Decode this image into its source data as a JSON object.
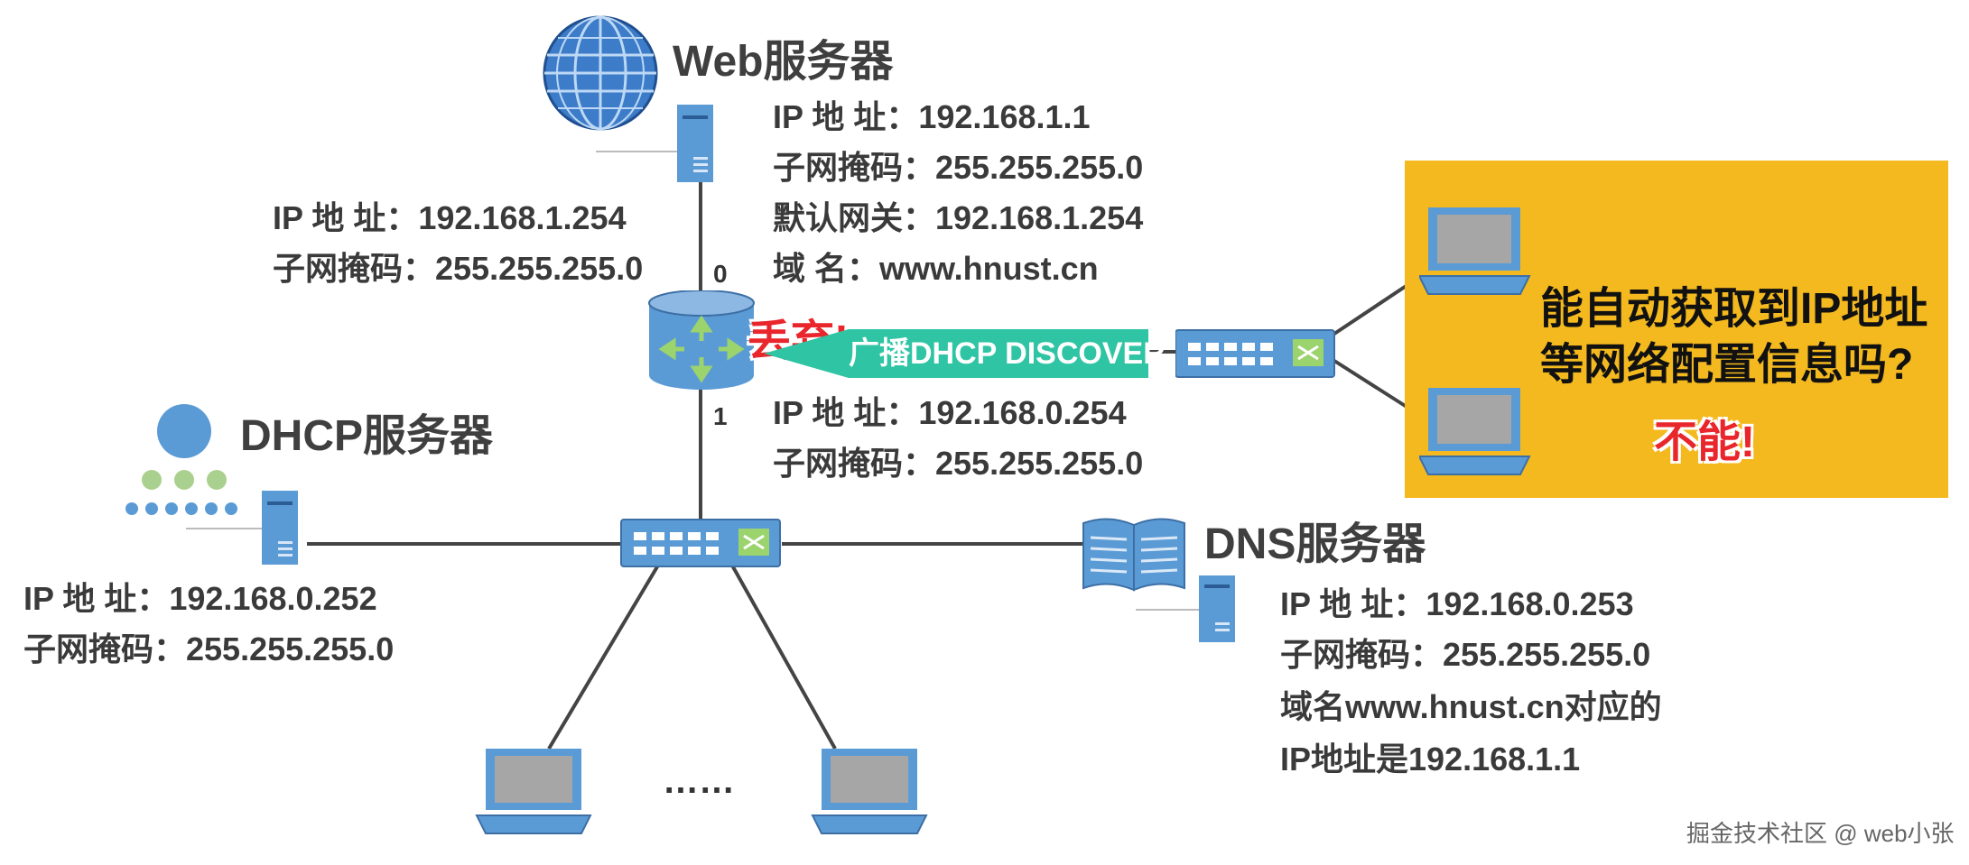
{
  "web_server": {
    "title": "Web服务器",
    "ip": "IP 地  址：192.168.1.1",
    "mask": "子网掩码：255.255.255.0",
    "gateway": "默认网关：192.168.1.254",
    "domain": "域      名：www.hnust.cn"
  },
  "router": {
    "port0_label": "0",
    "port1_label": "1",
    "port0_ip": "IP 地  址：192.168.1.254",
    "port0_mask": "子网掩码：255.255.255.0",
    "port1_ip": "IP 地  址：192.168.0.254",
    "port1_mask": "子网掩码：255.255.255.0",
    "discard_label": "丢弃!"
  },
  "broadcast": {
    "label": "广播DHCP DISCOVER"
  },
  "dhcp_server": {
    "title": "DHCP服务器",
    "ip": "IP 地  址：192.168.0.252",
    "mask": "子网掩码：255.255.255.0"
  },
  "dns_server": {
    "title": "DNS服务器",
    "ip": "IP 地  址：192.168.0.253",
    "mask": "子网掩码：255.255.255.0",
    "note_line1": "域名www.hnust.cn对应的",
    "note_line2": "IP地址是192.168.1.1"
  },
  "question_box": {
    "line1": "能自动获取到IP地址",
    "line2": "等网络配置信息吗?",
    "answer": "不能!"
  },
  "hosts": {
    "ellipsis": "……"
  },
  "watermark": "掘金技术社区 @ web小张",
  "colors": {
    "device_blue": "#5b9bd5",
    "device_dark": "#3d6fa5",
    "broadcast_green": "#2fc4a4",
    "question_yellow": "#f4b91f",
    "alert_red": "#e8262b",
    "link_gray": "#444444"
  },
  "icons": [
    "globe-icon",
    "server-icon",
    "router-icon",
    "switch-icon",
    "laptop-icon",
    "org-chart-icon",
    "book-icon"
  ]
}
